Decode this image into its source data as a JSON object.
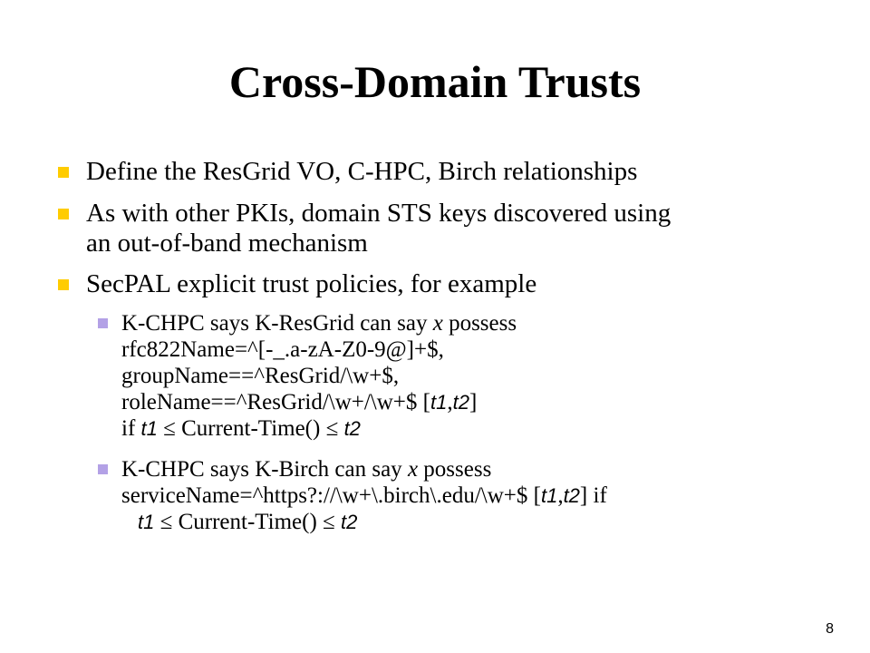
{
  "slide": {
    "title": "Cross-Domain Trusts",
    "page_number": "8"
  },
  "colors": {
    "bullet_level1": "#FFCC00",
    "bullet_level2": "#B3A1E6",
    "text": "#000000",
    "background": "#FFFFFF"
  },
  "bullets": {
    "b1": {
      "line1": "Define the ResGrid VO, C-HPC, Birch relationships"
    },
    "b2": {
      "line1": "As with other PKIs, domain STS keys discovered using",
      "line2": "an out-of-band mechanism"
    },
    "b3": {
      "line1": "SecPAL explicit trust policies, for example"
    }
  },
  "sub_bullets": {
    "s1": {
      "l1_pre": "K-CHPC says K-ResGrid can say ",
      "l1_var": "x",
      "l1_post": " possess",
      "l2": "rfc822Name=^[-_.a-zA-Z0-9@]+$,",
      "l3": "groupName==^ResGrid/\\w+$,",
      "l4_pre": "roleName==^ResGrid/\\w+/\\w+$  [",
      "l4_t1": "t1",
      "l4_comma": ",",
      "l4_t2": "t2",
      "l4_post": "]",
      "l5_pre": "if ",
      "l5_t1": "t1",
      "l5_mid": " ≤ Current-Time() ≤ ",
      "l5_t2": "t2"
    },
    "s2": {
      "l1_pre": "K-CHPC says K-Birch can say ",
      "l1_var": "x",
      "l1_post": " possess",
      "l2_pre": "serviceName=^https?://\\w+\\.birch\\.edu/\\w+$ [",
      "l2_t1": "t1",
      "l2_comma": ",",
      "l2_t2": "t2",
      "l2_post": "]  if",
      "l3_t1": "t1",
      "l3_mid": " ≤ Current-Time() ≤ ",
      "l3_t2": "t2"
    }
  }
}
